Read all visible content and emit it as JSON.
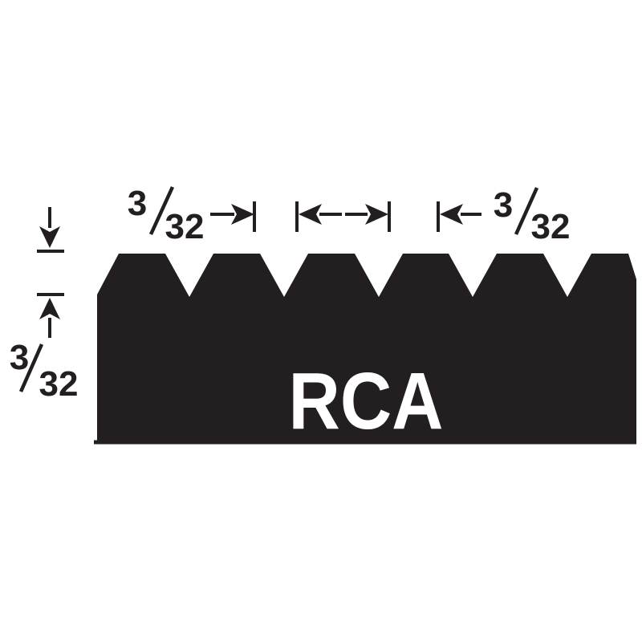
{
  "label": "RCA",
  "dimensions": {
    "tooth_spacing_left": {
      "numerator": "3",
      "denominator": "32"
    },
    "tooth_spacing_right": {
      "numerator": "3",
      "denominator": "32"
    },
    "tooth_depth": {
      "numerator": "3",
      "denominator": "32"
    }
  },
  "colors": {
    "background": "#ffffff",
    "body": "#231f20",
    "line": "#231f20",
    "label": "#ffffff"
  }
}
